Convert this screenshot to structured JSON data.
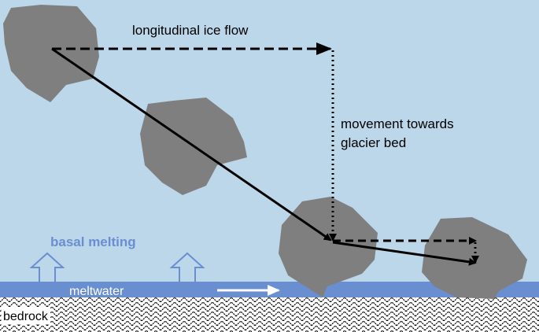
{
  "labels": {
    "longitudinal_flow": "longitudinal ice flow",
    "movement_line1": "movement towards",
    "movement_line2": "glacier bed",
    "basal_melting": "basal melting",
    "meltwater": "meltwater",
    "bedrock": "bedrock"
  },
  "colors": {
    "ice": "#bcd6ea",
    "clast": "#7f7f7f",
    "meltwater": "#6a8fd0",
    "basal_melting_text": "#6a8fd0",
    "bedrock_bg": "#ffffff",
    "bedrock_pattern": "#000000",
    "arrow": "#000000",
    "meltwater_arrow": "#ffffff"
  },
  "icons": {
    "upward_arrows": "hollow-up-arrow-icon",
    "flow_arrow": "right-arrow-icon"
  }
}
